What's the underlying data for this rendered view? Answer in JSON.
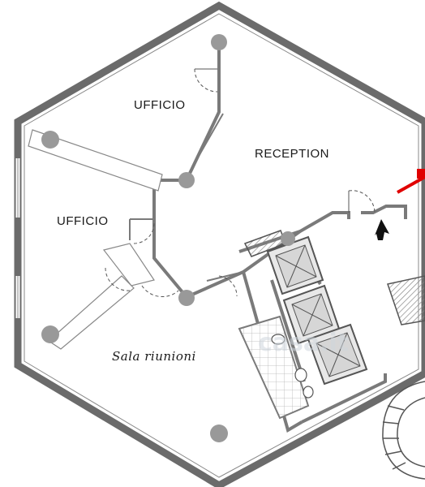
{
  "rooms": {
    "ufficio_top": "UFFICIO",
    "ufficio_left": "UFFICIO",
    "reception": "RECEPTION",
    "sala": "Sala riunioni"
  },
  "watermark": "casa.it",
  "colors": {
    "wall": "#6b6b6b",
    "accent_red": "#e00000",
    "column": "#999999",
    "lift_fill": "#d6d6d6"
  },
  "icons": {
    "entrance": "entrance-arrow-icon"
  }
}
